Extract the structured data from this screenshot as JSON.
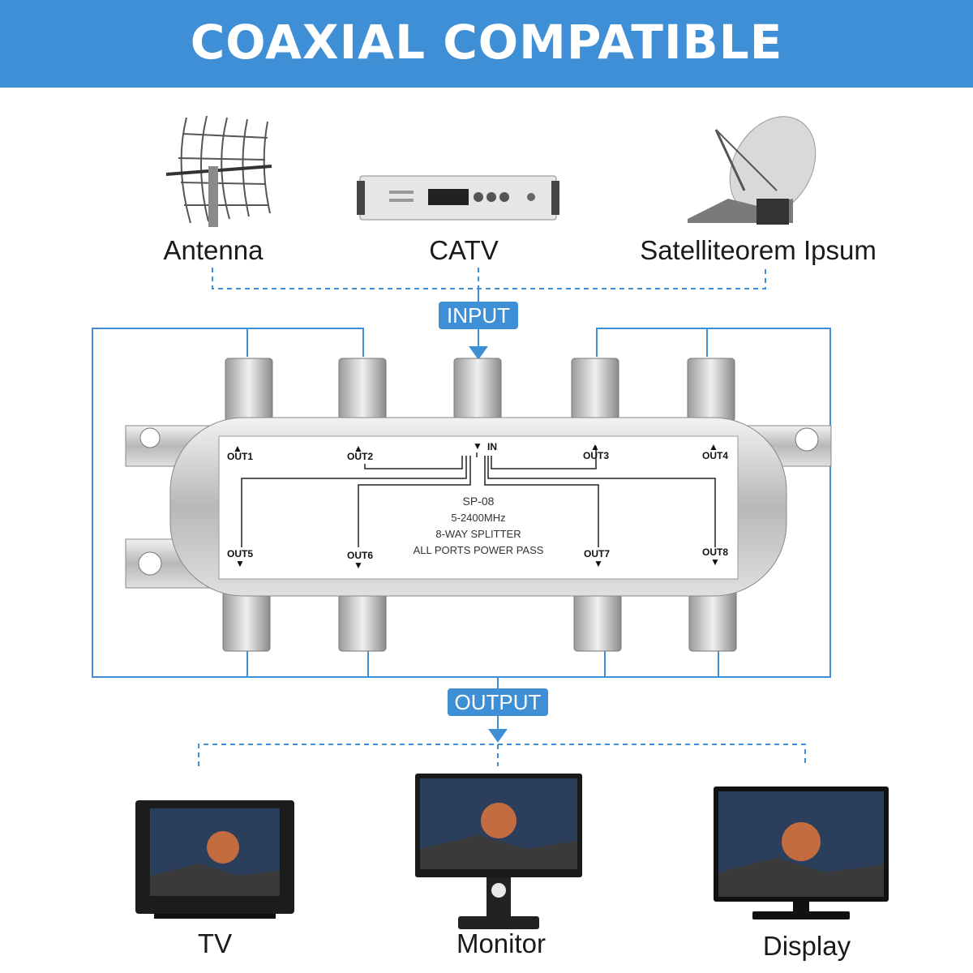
{
  "banner": {
    "title": "COAXIAL COMPATIBLE",
    "color": "#3f8fd6"
  },
  "sources": [
    {
      "label": "Antenna",
      "icon": "antenna-icon"
    },
    {
      "label": "CATV",
      "icon": "catv-receiver-icon"
    },
    {
      "label": "Satelliteorem Ipsum",
      "icon": "satellite-dish-icon"
    }
  ],
  "input_tag": "INPUT",
  "output_tag": "OUTPUT",
  "splitter": {
    "model": "SP-08",
    "frequency": "5-2400MHz",
    "type": "8-WAY SPLITTER",
    "note": "ALL PORTS POWER PASS",
    "in_label": "IN",
    "ports": [
      "OUT1",
      "OUT2",
      "OUT3",
      "OUT4",
      "OUT5",
      "OUT6",
      "OUT7",
      "OUT8"
    ]
  },
  "outputs": [
    {
      "label": "TV",
      "icon": "crt-tv-icon"
    },
    {
      "label": "Monitor",
      "icon": "monitor-icon"
    },
    {
      "label": "Display",
      "icon": "display-icon"
    }
  ],
  "accent_color": "#3f8fd6"
}
